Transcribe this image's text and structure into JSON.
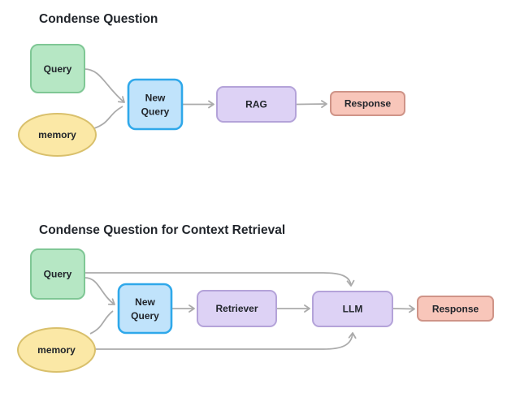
{
  "colors": {
    "background": "#ffffff",
    "title_text": "#21252b",
    "node_text": "#21252b",
    "edge": "#ababab",
    "green_fill": "#b6e7c4",
    "green_border": "#7fc795",
    "yellow_fill": "#fbe8a6",
    "yellow_border": "#d9c06c",
    "blue_fill": "#c0e3fb",
    "blue_border": "#2fa8ea",
    "purple_fill": "#ddd2f5",
    "purple_border": "#b4a3d9",
    "salmon_fill": "#f8c6ba",
    "salmon_border": "#cf9488"
  },
  "diagram1": {
    "title": "Condense Question",
    "nodes": {
      "query": {
        "label": "Query"
      },
      "memory": {
        "label": "memory"
      },
      "new_query": {
        "label_line1": "New",
        "label_line2": "Query"
      },
      "rag": {
        "label": "RAG"
      },
      "response": {
        "label": "Response"
      }
    }
  },
  "diagram2": {
    "title": "Condense Question for Context Retrieval",
    "nodes": {
      "query": {
        "label": "Query"
      },
      "memory": {
        "label": "memory"
      },
      "new_query": {
        "label_line1": "New",
        "label_line2": "Query"
      },
      "retriever": {
        "label": "Retriever"
      },
      "llm": {
        "label": "LLM"
      },
      "response": {
        "label": "Response"
      }
    }
  }
}
